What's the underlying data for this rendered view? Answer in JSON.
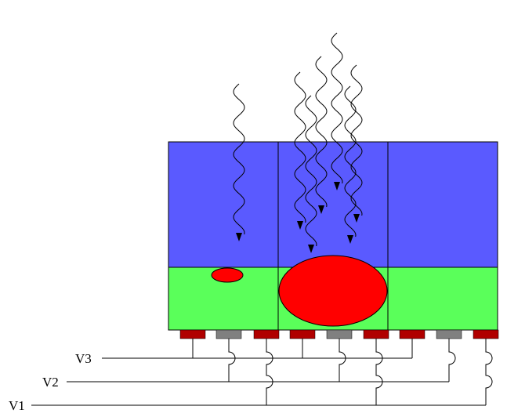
{
  "labels": {
    "v1": "V1",
    "v2": "V2",
    "v3": "V3"
  },
  "colors": {
    "upper_layer": "#5a5aff",
    "lower_layer": "#5aff5a",
    "charge": "#ff0000",
    "electrode_active": "#b00000",
    "electrode_gray": "#808080",
    "line": "#000000"
  },
  "electrodes": [
    "active",
    "gray",
    "active",
    "active",
    "gray",
    "active",
    "active",
    "gray",
    "active"
  ],
  "electrode_bus": [
    "V3",
    "V2",
    "V1",
    "V3",
    "V2",
    "V1",
    "V3",
    "V2",
    "V1"
  ],
  "photon_count": 7
}
